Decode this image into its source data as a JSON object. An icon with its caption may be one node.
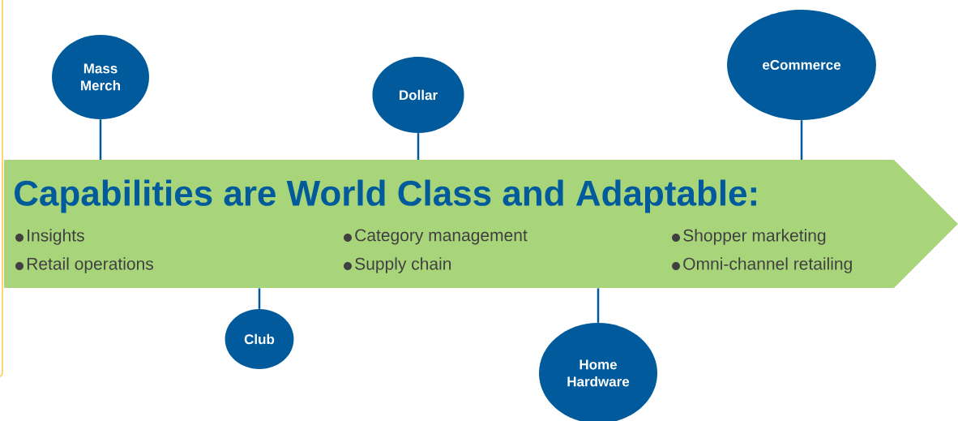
{
  "diagram": {
    "nodes": [
      {
        "text": [
          "Mass Merch"
        ]
      },
      {
        "text": [
          "Dollar"
        ]
      },
      {
        "text": [
          "eCommerce"
        ]
      },
      {
        "text": [
          "Capabilities are World Class and Adaptable:",
          "Insights",
          "Category management",
          "Shopper marketing",
          "Retail operations",
          "Supply chain",
          "Omni-channel retailing"
        ]
      },
      {
        "text": [
          "Club"
        ]
      },
      {
        "text": [
          "Home Hardware"
        ]
      }
    ],
    "edges": [
      {
        "from": 0,
        "to": 3,
        "arrow": "none"
      },
      {
        "from": 1,
        "to": 3,
        "arrow": "none"
      },
      {
        "from": 2,
        "to": 3,
        "arrow": "none"
      },
      {
        "from": 4,
        "to": 3,
        "arrow": "none"
      },
      {
        "from": 5,
        "to": 3,
        "arrow": "none"
      }
    ]
  }
}
